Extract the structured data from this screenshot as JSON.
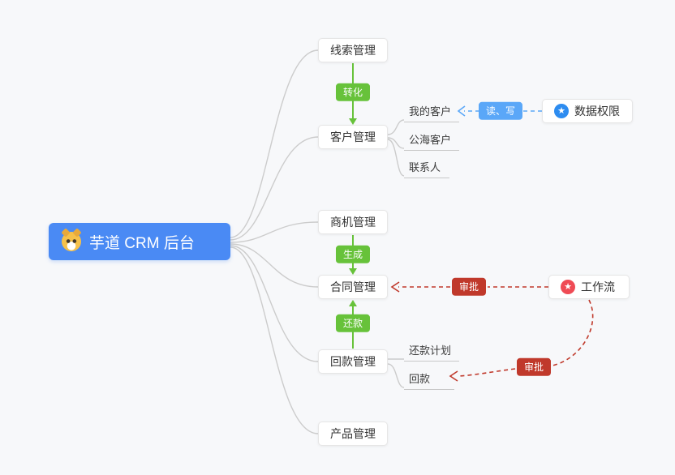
{
  "colors": {
    "background": "#f7f8fa",
    "root_blue": "#4a8af4",
    "edge_green": "#67c23a",
    "edge_blue": "#5aa7f8",
    "edge_red": "#c0392b",
    "connector_gray": "#cccccc",
    "data_permission_icon": "#2d8cf0",
    "workflow_icon": "#ef4b55"
  },
  "icons": {
    "star": "★"
  },
  "root": {
    "label": "芋道 CRM 后台"
  },
  "nodes": {
    "lead": {
      "label": "线索管理"
    },
    "customer": {
      "label": "客户管理"
    },
    "business": {
      "label": "商机管理"
    },
    "contract": {
      "label": "合同管理"
    },
    "receivable": {
      "label": "回款管理"
    },
    "product": {
      "label": "产品管理"
    }
  },
  "leaves": {
    "my_customer": "我的客户",
    "pool_customer": "公海客户",
    "contact": "联系人",
    "repayment_plan": "还款计划",
    "payment": "回款"
  },
  "badges": {
    "convert": "转化",
    "generate": "生成",
    "repay": "还款",
    "read_write": "读、写",
    "approve_contract": "审批",
    "approve_payment": "审批"
  },
  "side_nodes": {
    "data_permission": {
      "label": "数据权限"
    },
    "workflow": {
      "label": "工作流"
    }
  }
}
